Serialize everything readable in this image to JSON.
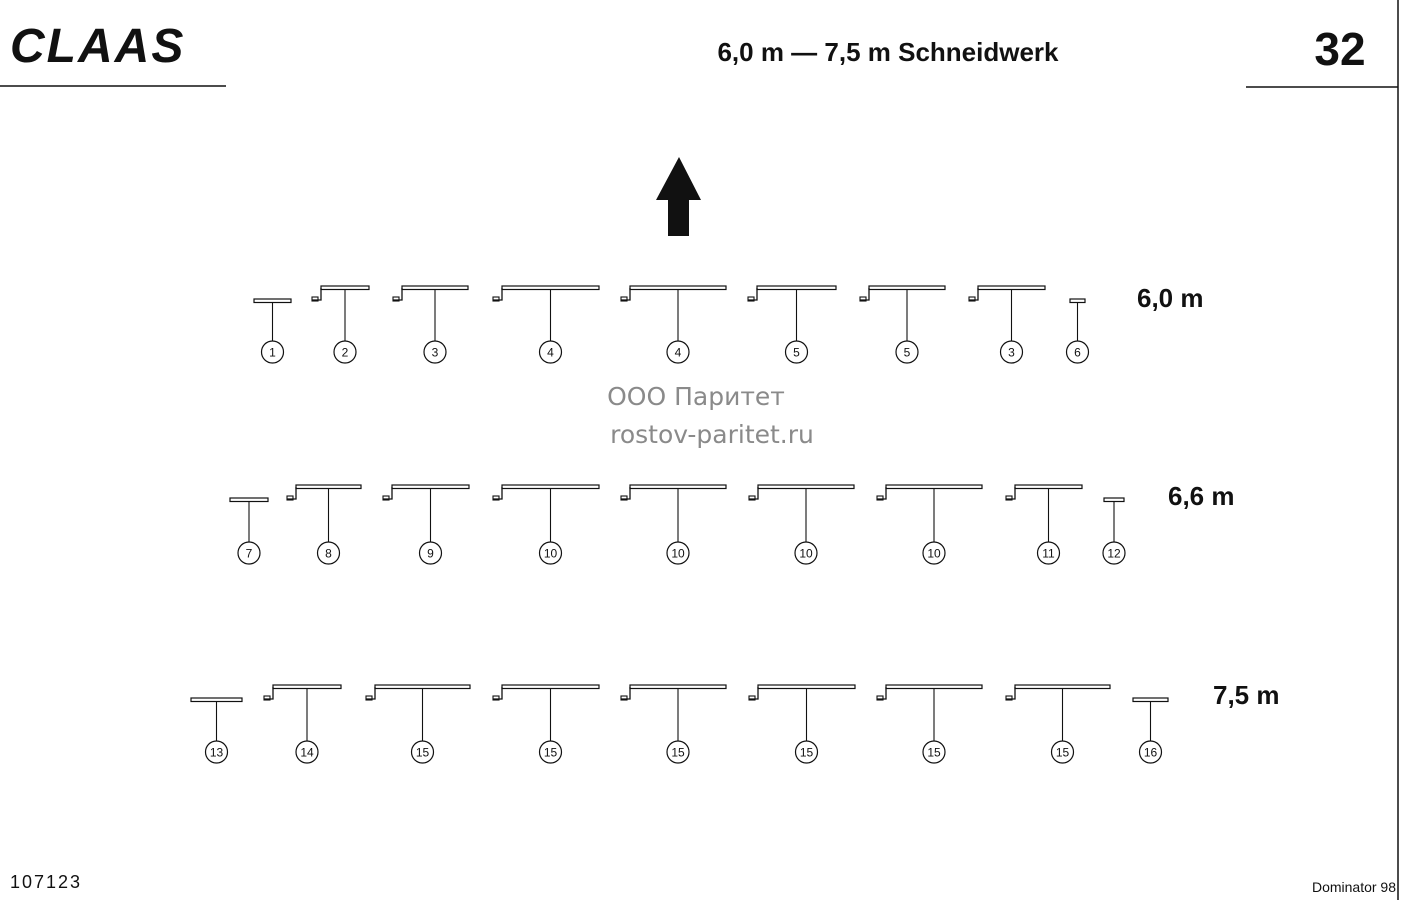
{
  "header": {
    "brand": "CLAAS",
    "title": "6,0 m — 7,5 m Schneidwerk",
    "page_number": "32"
  },
  "watermark": {
    "line1": "ООО Паритет",
    "line2": "rostov-paritet.ru"
  },
  "footer": {
    "drawing_id": "107123",
    "model": "Dominator 98"
  },
  "rows": [
    {
      "label": "6,0 m",
      "items": [
        {
          "no": "1",
          "kind": "plain"
        },
        {
          "no": "2",
          "kind": "step"
        },
        {
          "no": "3",
          "kind": "step"
        },
        {
          "no": "4",
          "kind": "step"
        },
        {
          "no": "4",
          "kind": "step"
        },
        {
          "no": "5",
          "kind": "step"
        },
        {
          "no": "5",
          "kind": "step"
        },
        {
          "no": "3",
          "kind": "step"
        },
        {
          "no": "6",
          "kind": "plain"
        }
      ]
    },
    {
      "label": "6,6 m",
      "items": [
        {
          "no": "7",
          "kind": "plain"
        },
        {
          "no": "8",
          "kind": "step"
        },
        {
          "no": "9",
          "kind": "step"
        },
        {
          "no": "10",
          "kind": "step"
        },
        {
          "no": "10",
          "kind": "step"
        },
        {
          "no": "10",
          "kind": "step"
        },
        {
          "no": "10",
          "kind": "step"
        },
        {
          "no": "11",
          "kind": "step"
        },
        {
          "no": "12",
          "kind": "plain"
        }
      ]
    },
    {
      "label": "7,5 m",
      "items": [
        {
          "no": "13",
          "kind": "plain"
        },
        {
          "no": "14",
          "kind": "step"
        },
        {
          "no": "15",
          "kind": "step"
        },
        {
          "no": "15",
          "kind": "step"
        },
        {
          "no": "15",
          "kind": "step"
        },
        {
          "no": "15",
          "kind": "step"
        },
        {
          "no": "15",
          "kind": "step"
        },
        {
          "no": "15",
          "kind": "step"
        },
        {
          "no": "16",
          "kind": "plain"
        }
      ]
    }
  ]
}
